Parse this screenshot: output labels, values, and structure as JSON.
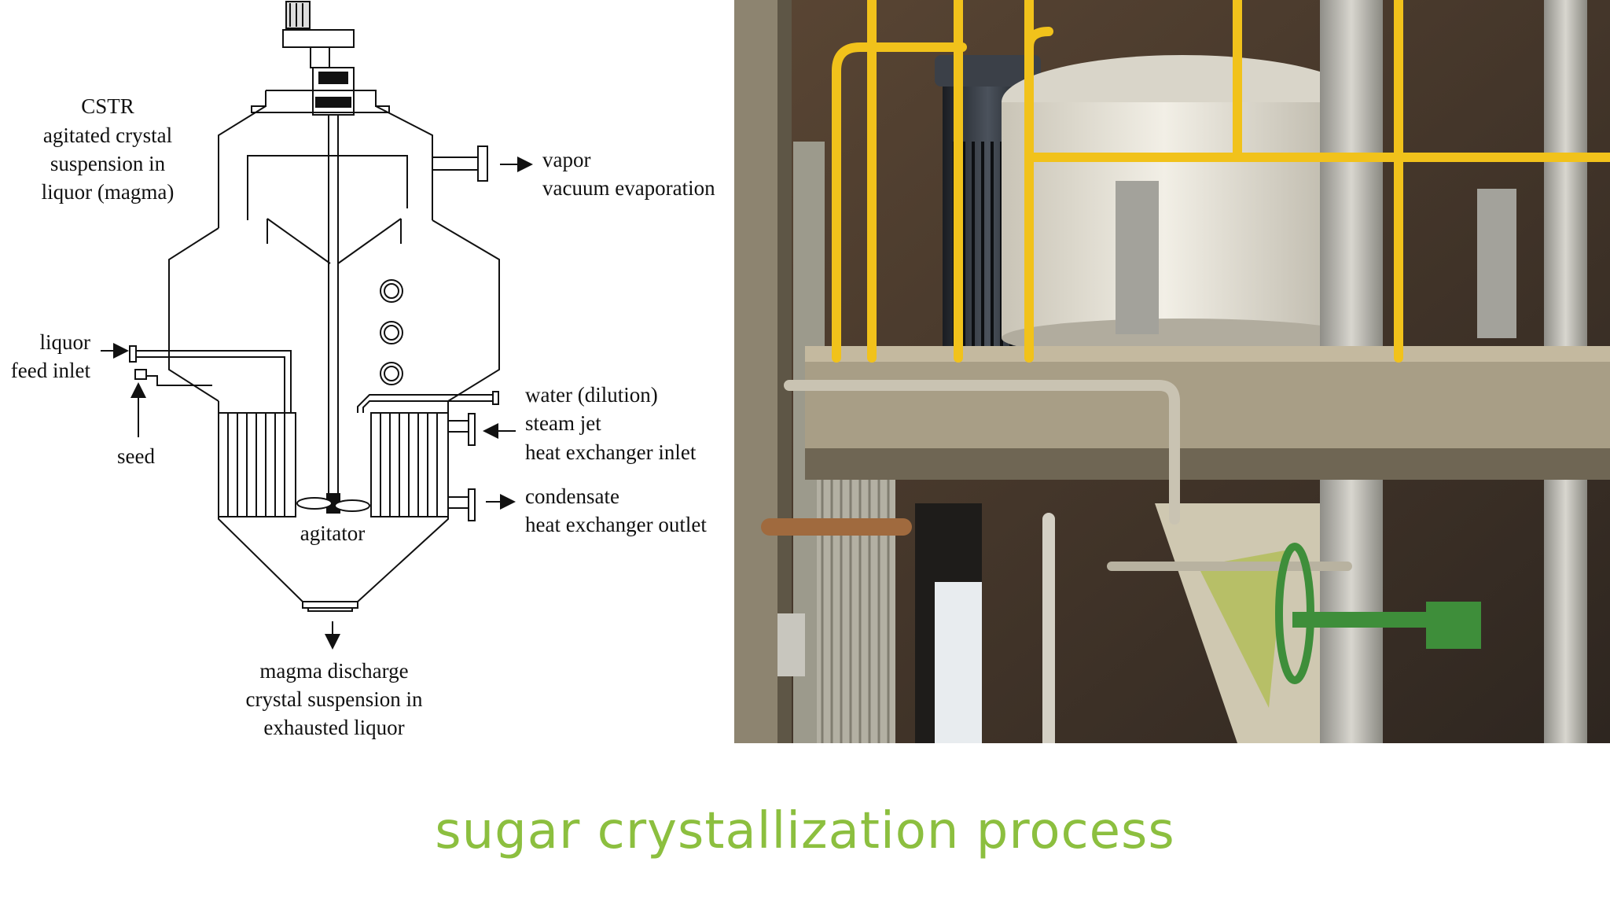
{
  "diagram": {
    "labels": {
      "cstr": [
        "CSTR",
        "agitated crystal",
        "suspension in",
        "liquor (magma)"
      ],
      "vapor": [
        "vapor",
        "vacuum evaporation"
      ],
      "liquor": [
        "liquor",
        "feed inlet"
      ],
      "seed": "seed",
      "water_steam": [
        "water (dilution)",
        "steam jet",
        "heat exchanger inlet"
      ],
      "condensate": [
        "condensate",
        "heat exchanger outlet"
      ],
      "agitator": "agitator",
      "discharge": [
        "magma discharge",
        "crystal suspension in",
        "exhausted liquor"
      ]
    }
  },
  "photo": {
    "subject": "industrial-crystallizer-vessel"
  },
  "caption": "sugar crystallization process",
  "colors": {
    "caption": "#8cbf3f",
    "railing": "#f1c21b",
    "vessel": "#e6e2d6",
    "valve": "#3e8e3a"
  }
}
